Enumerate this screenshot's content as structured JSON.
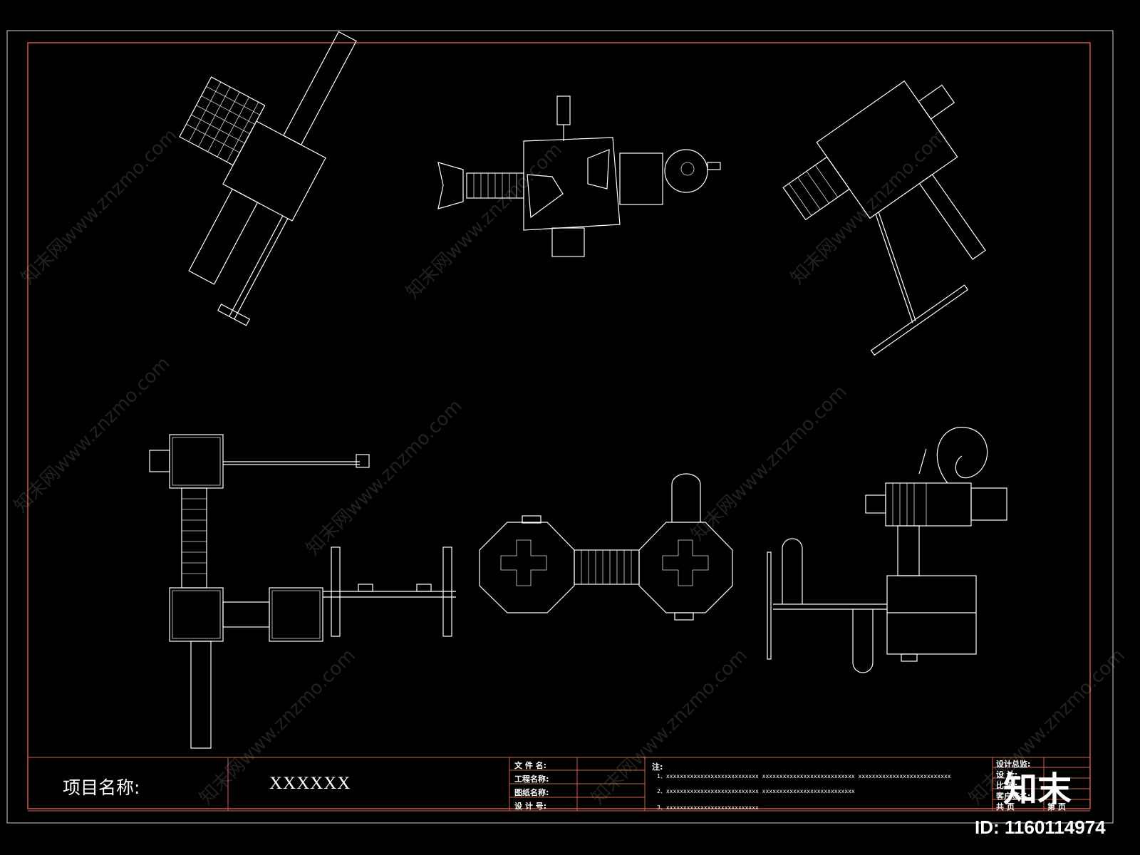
{
  "title_block": {
    "project_label": "项目名称:",
    "project_value": "XXXXXX",
    "file_name_label": "文 件 名:",
    "engineering_name_label": "工程名称:",
    "drawing_name_label": "图纸名称:",
    "design_number_label": "设 计 号:",
    "notes_label": "注:",
    "notes": [
      "1、xxxxxxxxxxxxxxxxxxxxxxxxxxx   xxxxxxxxxxxxxxxxxxxxxxxxxxx   xxxxxxxxxxxxxxxxxxxxxxxxxxx",
      "2、xxxxxxxxxxxxxxxxxxxxxxxxxxx   xxxxxxxxxxxxxxxxxxxxxxxxxxx",
      "3、xxxxxxxxxxxxxxxxxxxxxxxxxxx"
    ],
    "design_director_label": "设计总监:",
    "designer_label": "设    计:",
    "scale_label": "比    例:",
    "client_label": "客户签名:",
    "total_pages_label": "共      页",
    "page_label": "第      页"
  },
  "watermark": {
    "site": "知末网www.znzmo.com",
    "logo": "知末",
    "id_text": "ID: 1160114974"
  },
  "colors": {
    "background": "#000000",
    "line": "#ffffff",
    "frame_accent": "#d2624f"
  }
}
